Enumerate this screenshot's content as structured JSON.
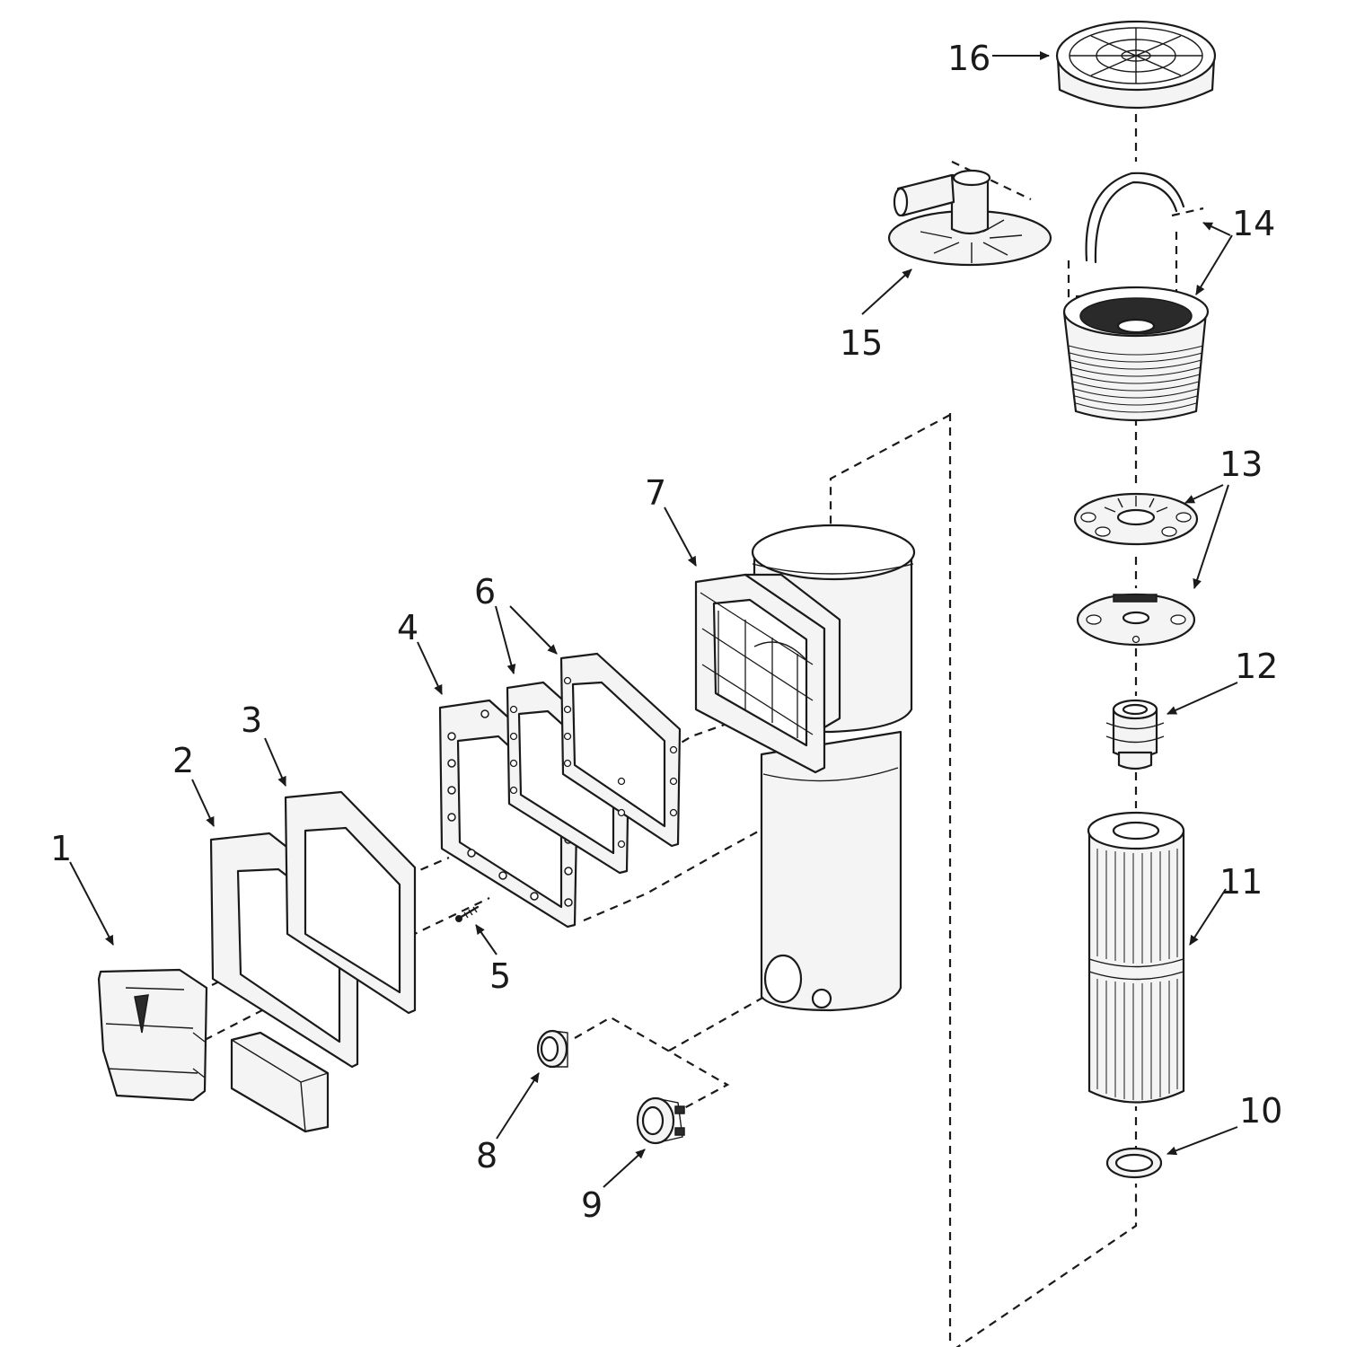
{
  "diagram": {
    "callouts": [
      {
        "id": "part-1",
        "label": "1"
      },
      {
        "id": "part-2",
        "label": "2"
      },
      {
        "id": "part-3",
        "label": "3"
      },
      {
        "id": "part-4",
        "label": "4"
      },
      {
        "id": "part-5",
        "label": "5"
      },
      {
        "id": "part-6",
        "label": "6"
      },
      {
        "id": "part-7",
        "label": "7"
      },
      {
        "id": "part-8",
        "label": "8"
      },
      {
        "id": "part-9",
        "label": "9"
      },
      {
        "id": "part-10",
        "label": "10"
      },
      {
        "id": "part-11",
        "label": "11"
      },
      {
        "id": "part-12",
        "label": "12"
      },
      {
        "id": "part-13",
        "label": "13"
      },
      {
        "id": "part-14",
        "label": "14"
      },
      {
        "id": "part-15",
        "label": "15"
      },
      {
        "id": "part-16",
        "label": "16"
      }
    ],
    "colors": {
      "line": "#1a1a1a",
      "background": "#ffffff",
      "fill": "#f4f4f4"
    }
  }
}
